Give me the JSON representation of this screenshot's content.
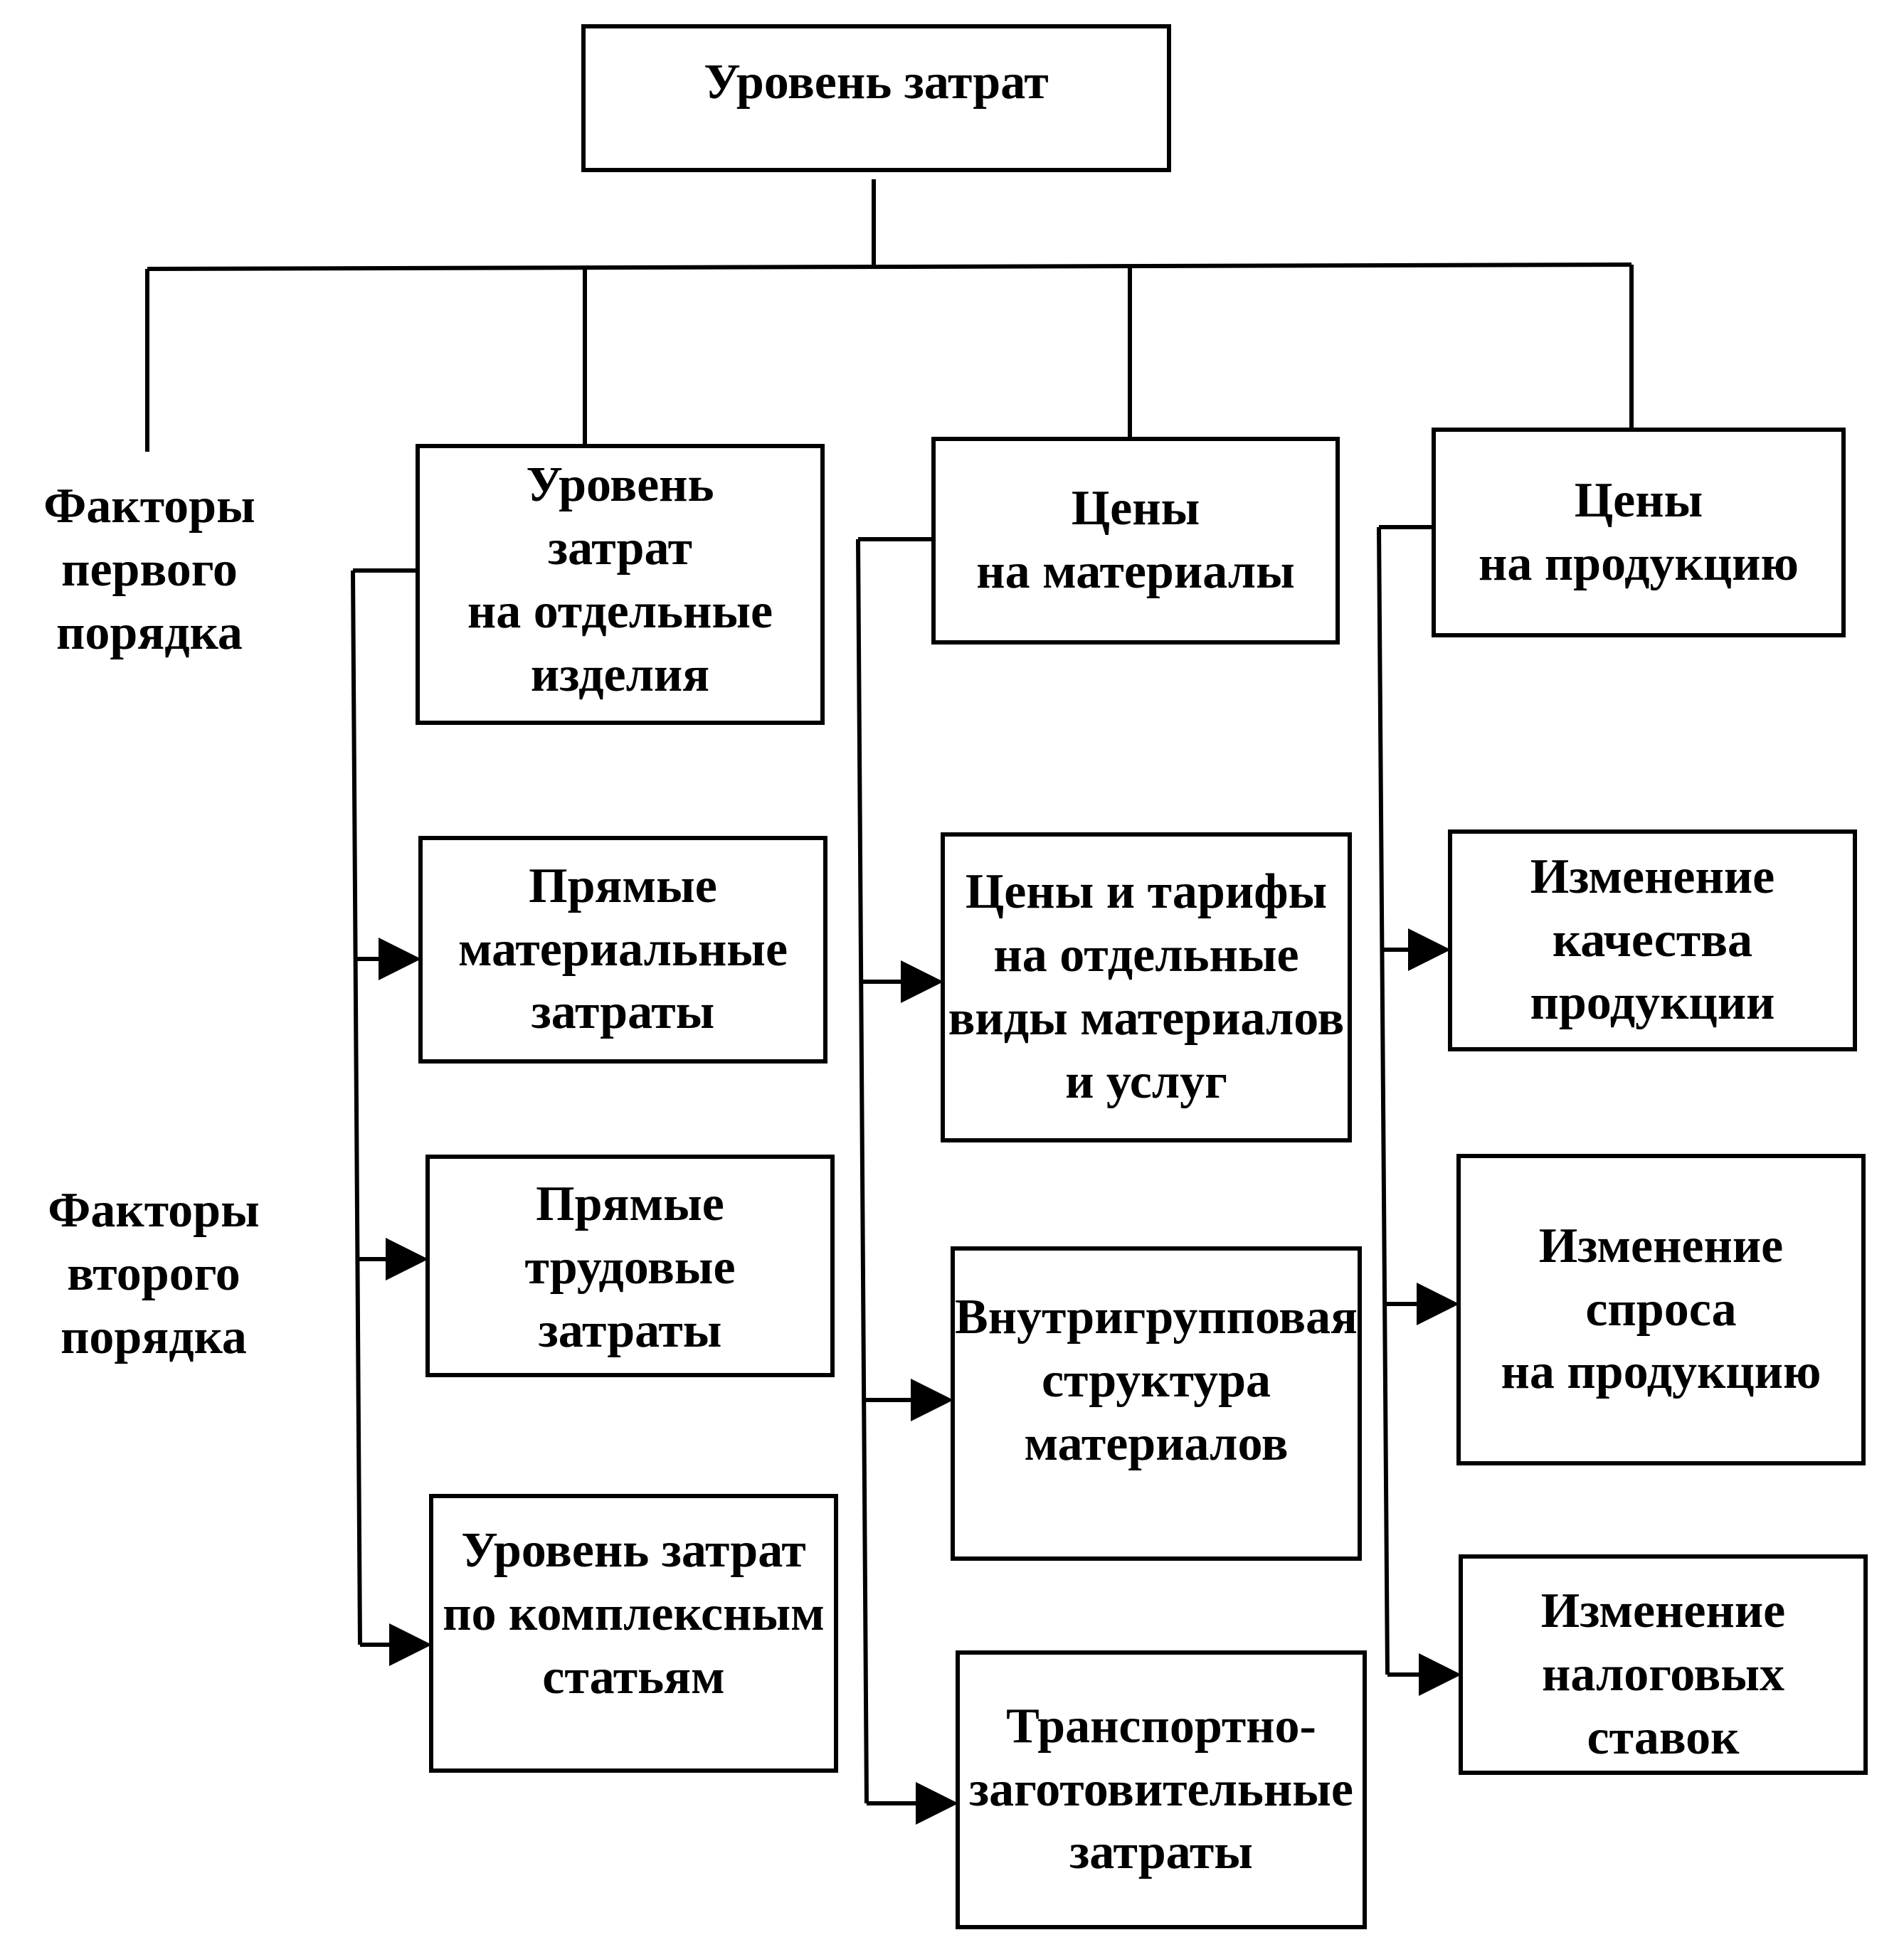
{
  "root": {
    "label": "Уровень затрат"
  },
  "row_labels": {
    "first_order": "Факторы\nпервого\nпорядка",
    "second_order": "Факторы\nвторого\nпорядка"
  },
  "branches": [
    {
      "label": "Уровень\nзатрат\nна отдельные\nизделия",
      "children": [
        "Прямые\nматериальные\nзатраты",
        "Прямые\nтрудовые\nзатраты",
        "Уровень затрат\nпо комплексным\nстатьям"
      ]
    },
    {
      "label": "Цены\nна материалы",
      "children": [
        "Цены и тарифы\nна отдельные\nвиды материалов\nи услуг",
        "Внутригрупповая\nструктура\nматериалов",
        "Транспортно-\nзаготовительные\nзатраты"
      ]
    },
    {
      "label": "Цены\nна продукцию",
      "children": [
        "Изменение\nкачества\nпродукции",
        "Изменение\nспроса\nна продукцию",
        "Изменение\nналоговых ставок"
      ]
    }
  ]
}
